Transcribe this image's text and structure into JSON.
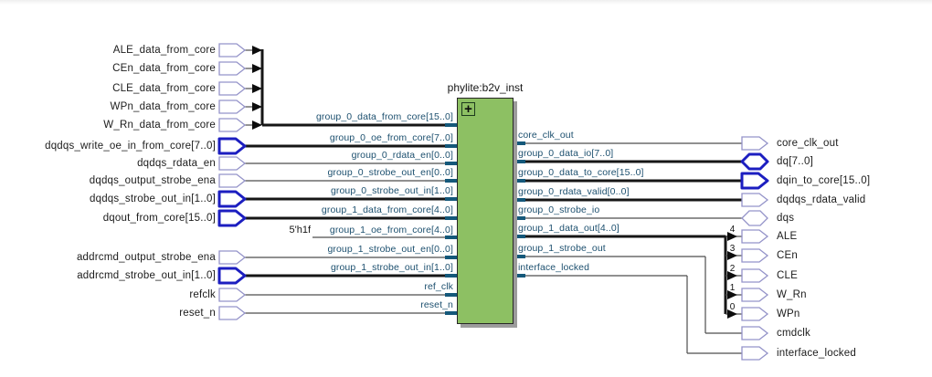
{
  "diagram": {
    "instance_title": "phylite:b2v_inst",
    "expand_icon": "+",
    "constant_label": "5'h1f"
  },
  "left_pins": [
    "ALE_data_from_core",
    "CEn_data_from_core",
    "CLE_data_from_core",
    "WPn_data_from_core",
    "W_Rn_data_from_core",
    "dqdqs_write_oe_in_from_core[7..0]",
    "dqdqs_rdata_en",
    "dqdqs_output_strobe_ena",
    "dqdqs_strobe_out_in[1..0]",
    "dqout_from_core[15..0]",
    "addrcmd_output_strobe_ena",
    "addrcmd_strobe_out_in[1..0]",
    "refclk",
    "reset_n"
  ],
  "input_ports": [
    "group_0_data_from_core[15..0]",
    "group_0_oe_from_core[7..0]",
    "group_0_rdata_en[0..0]",
    "group_0_strobe_out_en[0..0]",
    "group_0_strobe_out_in[1..0]",
    "group_1_data_from_core[4..0]",
    "group_1_oe_from_core[4..0]",
    "group_1_strobe_out_en[0..0]",
    "group_1_strobe_out_in[1..0]",
    "ref_clk",
    "reset_n"
  ],
  "output_ports": [
    "core_clk_out",
    "group_0_data_io[7..0]",
    "group_0_data_to_core[15..0]",
    "group_0_rdata_valid[0..0]",
    "group_0_strobe_io",
    "group_1_data_out[4..0]",
    "group_1_strobe_out",
    "interface_locked"
  ],
  "right_pins": [
    "core_clk_out",
    "dq[7..0]",
    "dqin_to_core[15..0]",
    "dqdqs_rdata_valid",
    "dqs",
    "ALE",
    "CEn",
    "CLE",
    "W_Rn",
    "WPn",
    "cmdclk",
    "interface_locked"
  ],
  "bus_bits": [
    "4",
    "3",
    "2",
    "1",
    "0"
  ],
  "colors": {
    "block_fill": "#8dc063",
    "bus_pin_blue": "#1c1ec0",
    "thin_pin_outline": "#9493c9",
    "port_label_text": "#1d506f",
    "port_stub": "#14587a",
    "wire_thin": "#4d4d4d",
    "wire_thick": "#161616"
  }
}
